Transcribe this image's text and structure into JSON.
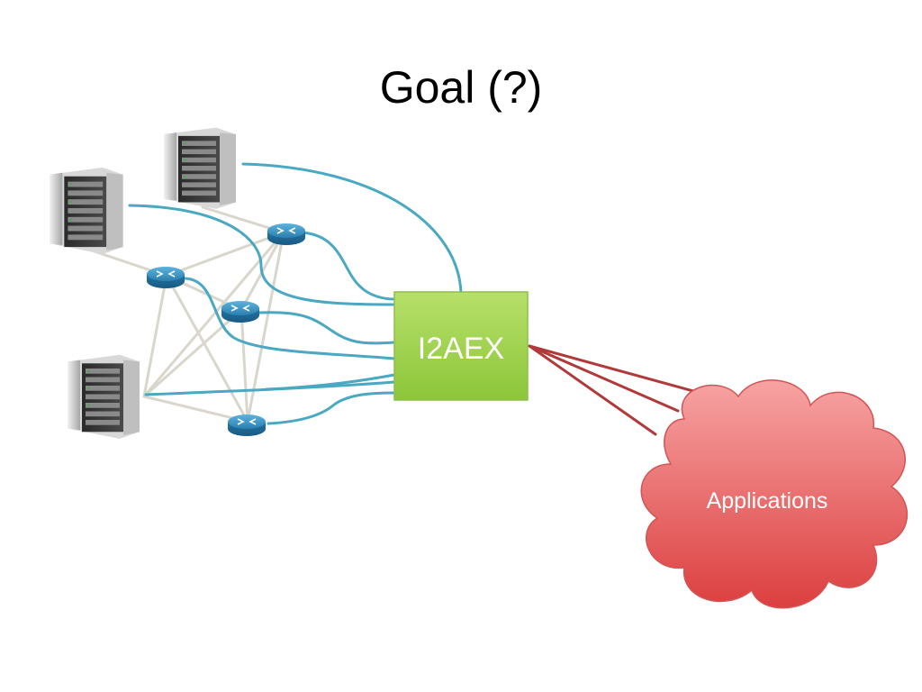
{
  "slide": {
    "title": "Goal (?)"
  },
  "exchange": {
    "label": "I2AEX",
    "color": "#9ccf3f"
  },
  "cloud": {
    "label": "Applications",
    "color": "#e04b4b"
  },
  "colors": {
    "network_link": "#4aa8c2",
    "mesh_link": "#d9d6cc",
    "app_link": "#b03a3a",
    "router": "#2b7fb0"
  },
  "icons": {
    "server": "server-rack-icon",
    "router": "router-icon"
  }
}
